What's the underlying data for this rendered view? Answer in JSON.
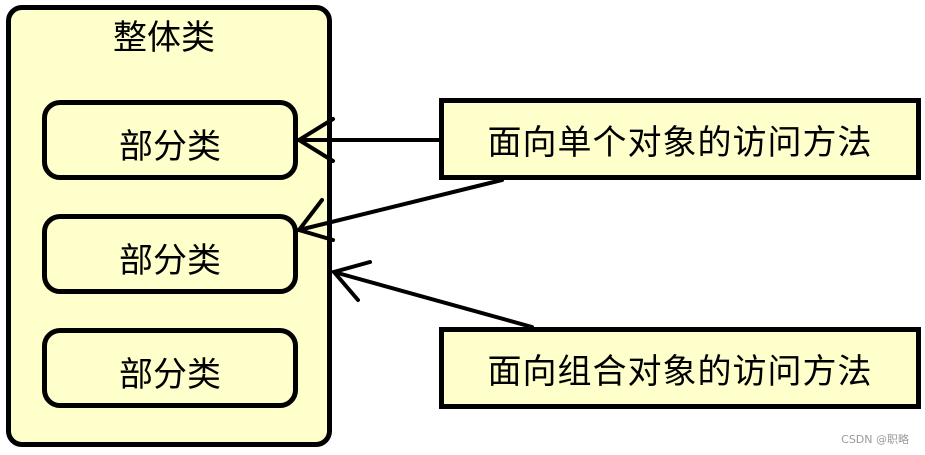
{
  "whole_class": {
    "label": "整体类"
  },
  "part_classes": [
    {
      "label": "部分类"
    },
    {
      "label": "部分类"
    },
    {
      "label": "部分类"
    }
  ],
  "access_methods": {
    "single": {
      "label": "面向单个对象的访问方法"
    },
    "composite": {
      "label": "面向组合对象的访问方法"
    }
  },
  "watermark": "CSDN @职略",
  "colors": {
    "box_fill": "#ffffcc",
    "stroke": "#000000"
  }
}
